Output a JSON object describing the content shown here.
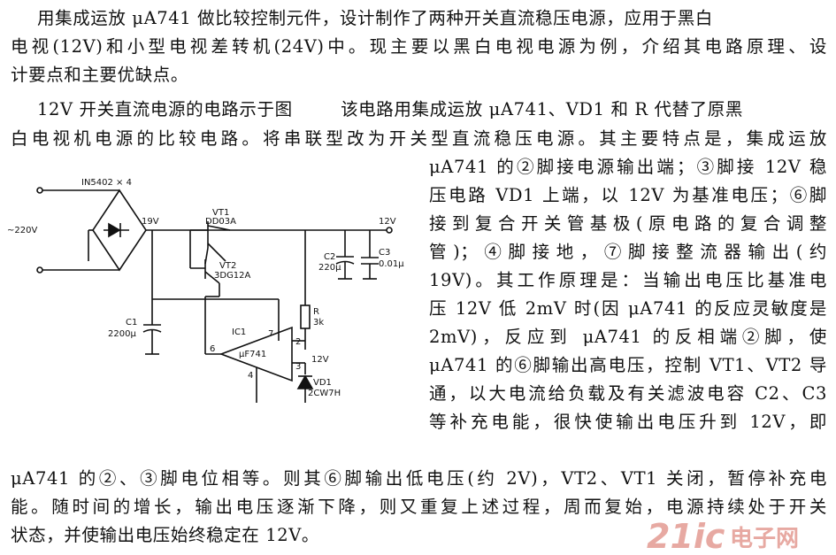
{
  "paragraphs": {
    "intro": [
      "用集成运放 μA741 做比较控制元件，设计制作了两种开关直流稳压电源，应用于黑白",
      "电视(12V)和小型电视差转机(24V)中。现主要以黑白电视电源为例，介绍其电路原理、设",
      "计要点和主要优缺点。"
    ],
    "body_head": [
      "12V 开关直流电源的电路示于图        该电路用集成运放 μA741、VD1 和 R 代替了原黑",
      "白电视机电源的比较电路。将串联型改为开关型直流稳压电源。其主要特点是，集成运放"
    ],
    "body_right": [
      "μA741 的②脚接电源输出端；③脚接 12V 稳",
      "压电路 VD1 上端，以 12V 为基准电压；⑥脚",
      "接到复合开关管基极(原电路的复合调整",
      "管)；④脚接地，⑦脚接整流器输出(约",
      "19V)。其工作原理是：当输出电压比基准电",
      "压 12V 低 2mV 时(因 μA741 的反应灵敏度是",
      "2mV)，反应到 μA741 的反相端②脚，使",
      "μA741 的⑥脚输出高电压，控制 VT1、VT2 导",
      "通，以大电流给负载及有关滤波电容 C2、C3",
      "等补充电能，很快使输出电压升到 12V，即"
    ],
    "body_tail": [
      "μA741 的②、③脚电位相等。则其⑥脚输出低电压(约 2V)，VT2、VT1 关闭，暂停补充电",
      "能。随时间的增长，输出电压逐渐下降，则又重复上述过程，周而复始，电源持续处于开关",
      "状态，并使输出电压始终稳定在 12V。"
    ]
  },
  "schematic": {
    "diode_label": "IN5402 × 4",
    "ac_input": "~220V",
    "rectified": "19V",
    "vt1": "VT1",
    "vt1_type": "DD03A",
    "vt2": "VT2",
    "vt2_type": "3DG12A",
    "output": "12V",
    "c1": "C1",
    "c1_value": "2200μ",
    "c2": "C2",
    "c2_value": "220μ",
    "c3": "C3",
    "c3_value": "0.01μ",
    "r": "R",
    "r_value": "3k",
    "ic": "IC1",
    "opamp": "μF741",
    "pin2": "2",
    "pin3": "3",
    "pin4": "4",
    "pin6": "6",
    "pin7": "7",
    "ref": "12V",
    "vd1": "VD1",
    "vd1_type": "2CW7H"
  },
  "logo": {
    "number": "21ic",
    "text": "电子网"
  }
}
